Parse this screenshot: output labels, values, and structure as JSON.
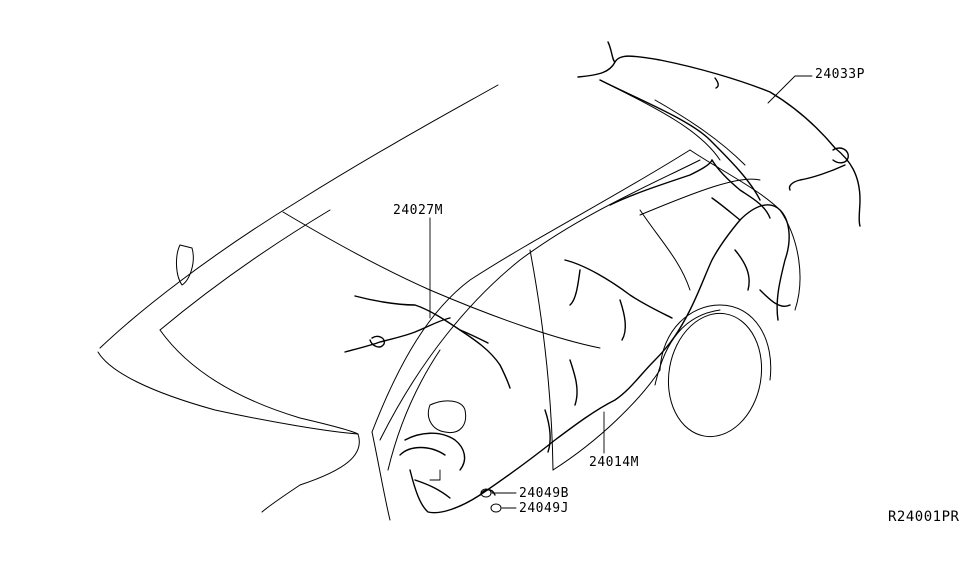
{
  "parts": {
    "p24033P": "24033P",
    "p24027M": "24027M",
    "p24014M": "24014M",
    "p24049B": "24049B",
    "p24049J": "24049J"
  },
  "diagram_id": "R24001PR"
}
